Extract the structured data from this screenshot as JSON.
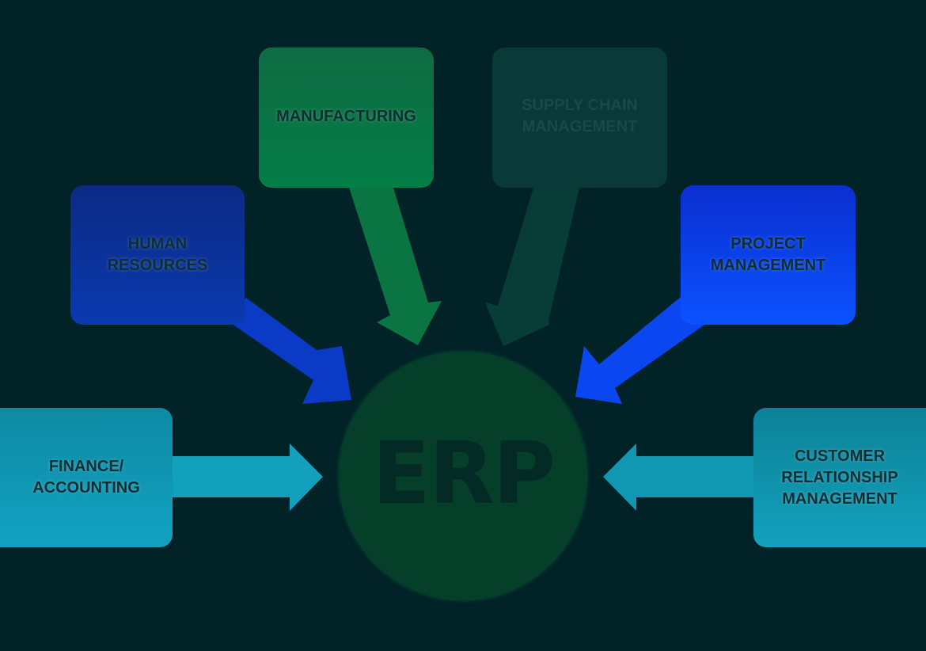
{
  "center": {
    "label": "ERP",
    "color": "#053f2a"
  },
  "modules": [
    {
      "id": "manufacturing",
      "label": "MANUFACTURING",
      "color": "#047e47"
    },
    {
      "id": "scm",
      "label": "SUPPLY CHAIN\nMANAGEMENT",
      "color": "#0a3a37"
    },
    {
      "id": "hr",
      "label": "HUMAN\nRESOURCES",
      "color": "#0a3ab0"
    },
    {
      "id": "pm",
      "label": "PROJECT\nMANAGEMENT",
      "color": "#0b52ff"
    },
    {
      "id": "fin",
      "label": "FINANCE/\nACCOUNTING",
      "color": "#11a2c2"
    },
    {
      "id": "crm",
      "label": "CUSTOMER\nRELATIONSHIP\nMANAGEMENT",
      "color": "#13a1bd"
    }
  ],
  "background": "#012226"
}
